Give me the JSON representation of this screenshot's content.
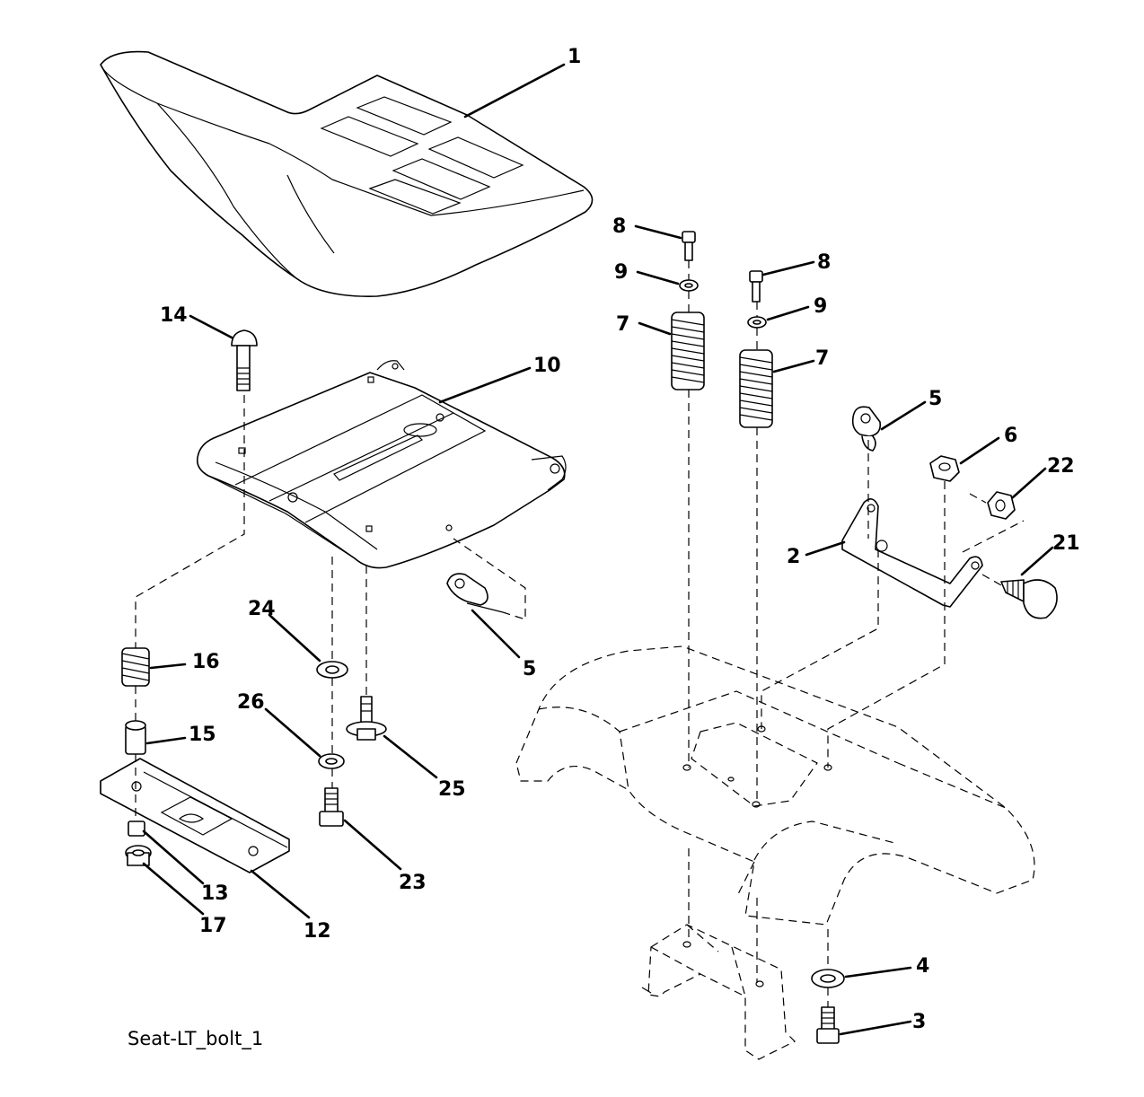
{
  "drawing": {
    "caption": "Seat-LT_bolt_1",
    "line_color": "#000000",
    "background": "#ffffff"
  },
  "callouts": [
    {
      "id": "c1",
      "label": "1"
    },
    {
      "id": "c8a",
      "label": "8"
    },
    {
      "id": "c9a",
      "label": "9"
    },
    {
      "id": "c7a",
      "label": "7"
    },
    {
      "id": "c8b",
      "label": "8"
    },
    {
      "id": "c9b",
      "label": "9"
    },
    {
      "id": "c7b",
      "label": "7"
    },
    {
      "id": "c14",
      "label": "14"
    },
    {
      "id": "c10",
      "label": "10"
    },
    {
      "id": "c5a",
      "label": "5"
    },
    {
      "id": "c6",
      "label": "6"
    },
    {
      "id": "c22",
      "label": "22"
    },
    {
      "id": "c21",
      "label": "21"
    },
    {
      "id": "c2",
      "label": "2"
    },
    {
      "id": "c24",
      "label": "24"
    },
    {
      "id": "c5b",
      "label": "5"
    },
    {
      "id": "c16",
      "label": "16"
    },
    {
      "id": "c26",
      "label": "26"
    },
    {
      "id": "c15",
      "label": "15"
    },
    {
      "id": "c25",
      "label": "25"
    },
    {
      "id": "c23",
      "label": "23"
    },
    {
      "id": "c13",
      "label": "13"
    },
    {
      "id": "c17",
      "label": "17"
    },
    {
      "id": "c12",
      "label": "12"
    },
    {
      "id": "c4",
      "label": "4"
    },
    {
      "id": "c3",
      "label": "3"
    }
  ]
}
